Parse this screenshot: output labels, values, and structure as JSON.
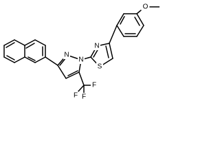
{
  "molecule": {
    "atoms": {
      "methoxy_o": "O",
      "thiazole_s": "S",
      "thiazole_n": "N",
      "pyrazole_n1": "N",
      "pyrazole_n2": "N",
      "fluorine_1": "F",
      "fluorine_2": "F",
      "fluorine_3": "F"
    },
    "colors": {
      "bond": "#000000",
      "label": "#000000",
      "background": "#ffffff"
    }
  }
}
